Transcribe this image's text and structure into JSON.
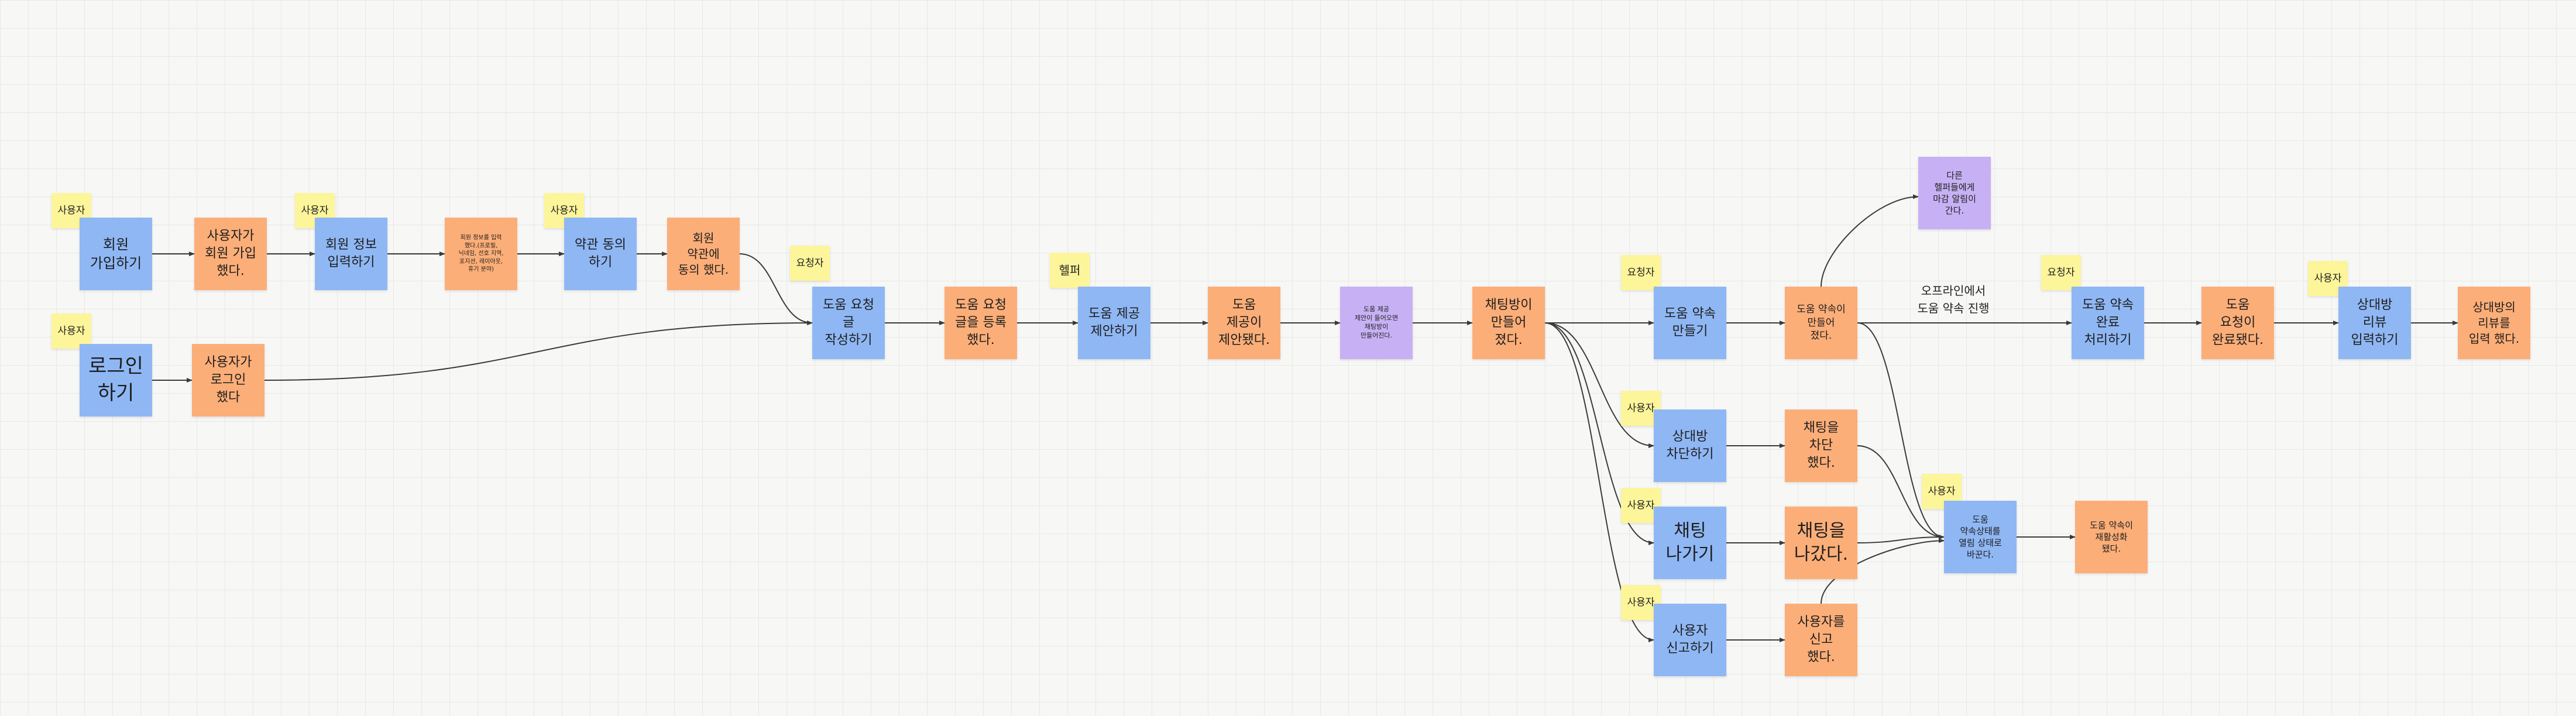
{
  "colors": {
    "blue": "#8fb7f4",
    "orange": "#fcae78",
    "purple": "#c7b1f4",
    "yellow": "#fdf59a",
    "connector": "#3a3a3a"
  },
  "nodes": [
    {
      "id": "tag-user-1",
      "kind": "tag",
      "color": "yellow",
      "text": "사용자"
    },
    {
      "id": "signup",
      "kind": "action",
      "color": "blue",
      "text": "회원\n가입하기"
    },
    {
      "id": "signed-up",
      "kind": "event",
      "color": "orange",
      "text": "사용자가\n회원 가입\n했다."
    },
    {
      "id": "tag-user-2",
      "kind": "tag",
      "color": "yellow",
      "text": "사용자"
    },
    {
      "id": "enter-info",
      "kind": "action",
      "color": "blue",
      "text": "회원 정보\n입력하기"
    },
    {
      "id": "info-entered",
      "kind": "event",
      "color": "orange",
      "text": "회원 정보를 입력\n했다.(프로필,\n닉네임, 선호 지역,\n포지션, 레이아웃,\n휴기 분야)"
    },
    {
      "id": "tag-user-3",
      "kind": "tag",
      "color": "yellow",
      "text": "사용자"
    },
    {
      "id": "agree-terms",
      "kind": "action",
      "color": "blue",
      "text": "약관 동의\n하기"
    },
    {
      "id": "terms-agreed",
      "kind": "event",
      "color": "orange",
      "text": "회원\n약관에\n동의 했다."
    },
    {
      "id": "tag-user-4",
      "kind": "tag",
      "color": "yellow",
      "text": "사용자"
    },
    {
      "id": "login",
      "kind": "action",
      "color": "blue",
      "text": "로그인\n하기"
    },
    {
      "id": "logged-in",
      "kind": "event",
      "color": "orange",
      "text": "사용자가\n로그인\n했다"
    },
    {
      "id": "tag-requester-1",
      "kind": "tag",
      "color": "yellow",
      "text": "요청자"
    },
    {
      "id": "write-request",
      "kind": "action",
      "color": "blue",
      "text": "도움 요청\n글\n작성하기"
    },
    {
      "id": "request-posted",
      "kind": "event",
      "color": "orange",
      "text": "도움 요청\n글을 등록\n했다."
    },
    {
      "id": "tag-helper",
      "kind": "tag",
      "color": "yellow",
      "text": "헬퍼"
    },
    {
      "id": "offer-help",
      "kind": "action",
      "color": "blue",
      "text": "도움 제공\n제안하기"
    },
    {
      "id": "help-offered",
      "kind": "event",
      "color": "orange",
      "text": "도움\n제공이\n제안됐다."
    },
    {
      "id": "policy-chatroom",
      "kind": "policy",
      "color": "purple",
      "text": "도움 제공\n제안이 들어오면\n채팅방이\n만들어진다."
    },
    {
      "id": "chatroom-created",
      "kind": "event",
      "color": "orange",
      "text": "채팅방이\n만들어\n졌다."
    },
    {
      "id": "tag-requester-2",
      "kind": "tag",
      "color": "yellow",
      "text": "요청자"
    },
    {
      "id": "make-promise",
      "kind": "action",
      "color": "blue",
      "text": "도움 약속\n만들기"
    },
    {
      "id": "promise-made",
      "kind": "event",
      "color": "orange",
      "text": "도움 약속이\n만들어\n졌다."
    },
    {
      "id": "policy-notify",
      "kind": "policy",
      "color": "purple",
      "text": "다른\n헬퍼들에게\n마감 알림이\n간다."
    },
    {
      "id": "tag-user-5",
      "kind": "tag",
      "color": "yellow",
      "text": "사용자"
    },
    {
      "id": "block",
      "kind": "action",
      "color": "blue",
      "text": "상대방\n차단하기"
    },
    {
      "id": "blocked",
      "kind": "event",
      "color": "orange",
      "text": "채팅을\n차단\n했다."
    },
    {
      "id": "tag-user-6",
      "kind": "tag",
      "color": "yellow",
      "text": "사용자"
    },
    {
      "id": "leave-chat",
      "kind": "action",
      "color": "blue",
      "text": "채팅\n나가기"
    },
    {
      "id": "left-chat",
      "kind": "event",
      "color": "orange",
      "text": "채팅을\n나갔다."
    },
    {
      "id": "tag-user-7",
      "kind": "tag",
      "color": "yellow",
      "text": "사용자"
    },
    {
      "id": "report",
      "kind": "action",
      "color": "blue",
      "text": "사용자\n신고하기"
    },
    {
      "id": "reported",
      "kind": "event",
      "color": "orange",
      "text": "사용자를\n신고\n했다."
    },
    {
      "id": "tag-user-8",
      "kind": "tag",
      "color": "yellow",
      "text": "사용자"
    },
    {
      "id": "set-open",
      "kind": "action",
      "color": "blue",
      "text": "도움\n약속상태를\n열림 상태로\n바꾼다."
    },
    {
      "id": "promise-reopened",
      "kind": "event",
      "color": "orange",
      "text": "도움 약속이\n재활성화\n됐다."
    },
    {
      "id": "tag-requester-3",
      "kind": "tag",
      "color": "yellow",
      "text": "요청자"
    },
    {
      "id": "complete-promise",
      "kind": "action",
      "color": "blue",
      "text": "도움 약속\n완료\n처리하기"
    },
    {
      "id": "request-completed",
      "kind": "event",
      "color": "orange",
      "text": "도움\n요청이\n완료됐다."
    },
    {
      "id": "tag-user-9",
      "kind": "tag",
      "color": "yellow",
      "text": "사용자"
    },
    {
      "id": "write-review",
      "kind": "action",
      "color": "blue",
      "text": "상대방\n리뷰\n입력하기"
    },
    {
      "id": "review-entered",
      "kind": "event",
      "color": "orange",
      "text": "상대방의\n리뷰를\n입력 했다."
    }
  ],
  "annotations": [
    {
      "id": "offline-note",
      "text": "오프라인에서\n도움 약속 진행"
    }
  ],
  "edges": [
    {
      "from": "signup",
      "to": "signed-up"
    },
    {
      "from": "signed-up",
      "to": "enter-info"
    },
    {
      "from": "enter-info",
      "to": "info-entered"
    },
    {
      "from": "info-entered",
      "to": "agree-terms"
    },
    {
      "from": "agree-terms",
      "to": "terms-agreed"
    },
    {
      "from": "terms-agreed",
      "to": "write-request"
    },
    {
      "from": "login",
      "to": "logged-in"
    },
    {
      "from": "logged-in",
      "to": "write-request"
    },
    {
      "from": "write-request",
      "to": "request-posted"
    },
    {
      "from": "request-posted",
      "to": "offer-help"
    },
    {
      "from": "offer-help",
      "to": "help-offered"
    },
    {
      "from": "help-offered",
      "to": "policy-chatroom"
    },
    {
      "from": "policy-chatroom",
      "to": "chatroom-created"
    },
    {
      "from": "chatroom-created",
      "to": "make-promise"
    },
    {
      "from": "chatroom-created",
      "to": "block"
    },
    {
      "from": "chatroom-created",
      "to": "leave-chat"
    },
    {
      "from": "chatroom-created",
      "to": "report"
    },
    {
      "from": "make-promise",
      "to": "promise-made"
    },
    {
      "from": "promise-made",
      "to": "policy-notify"
    },
    {
      "from": "promise-made",
      "to": "complete-promise"
    },
    {
      "from": "promise-made",
      "to": "set-open"
    },
    {
      "from": "block",
      "to": "blocked"
    },
    {
      "from": "blocked",
      "to": "set-open"
    },
    {
      "from": "leave-chat",
      "to": "left-chat"
    },
    {
      "from": "left-chat",
      "to": "set-open"
    },
    {
      "from": "report",
      "to": "reported"
    },
    {
      "from": "reported",
      "to": "set-open"
    },
    {
      "from": "set-open",
      "to": "promise-reopened"
    },
    {
      "from": "complete-promise",
      "to": "request-completed"
    },
    {
      "from": "request-completed",
      "to": "write-review"
    },
    {
      "from": "write-review",
      "to": "review-entered"
    }
  ]
}
